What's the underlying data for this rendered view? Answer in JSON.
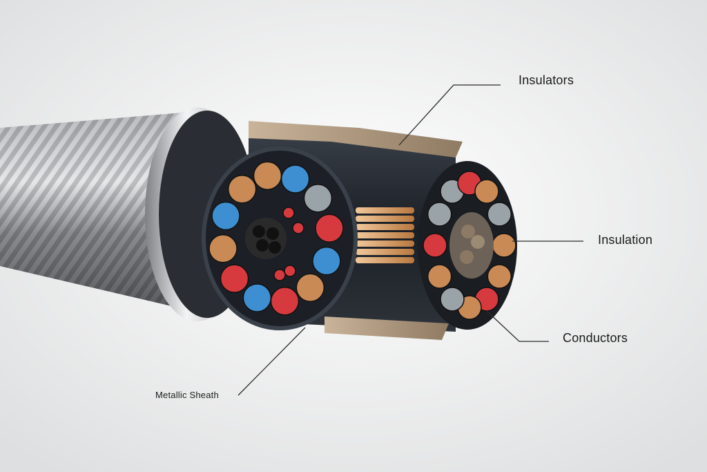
{
  "labels": {
    "insulators": "Insulators",
    "insulation": "Insulation",
    "conductors": "Conductors",
    "metallic_sheath": "Metallic Sheath"
  },
  "colors": {
    "background": "#f2f2f2",
    "jacket": "#8d8f93",
    "silver_ring": "#c9cbce",
    "inner_body": "#1f242b",
    "copper": "#c98a55",
    "blue": "#3d8fd1",
    "red": "#d63a3f",
    "gray_strand": "#9aa3a8",
    "leader_line": "#2b2b2b"
  },
  "icons": {
    "front_face": "cable-cross-section",
    "rear_face": "cable-core-cross-section"
  }
}
